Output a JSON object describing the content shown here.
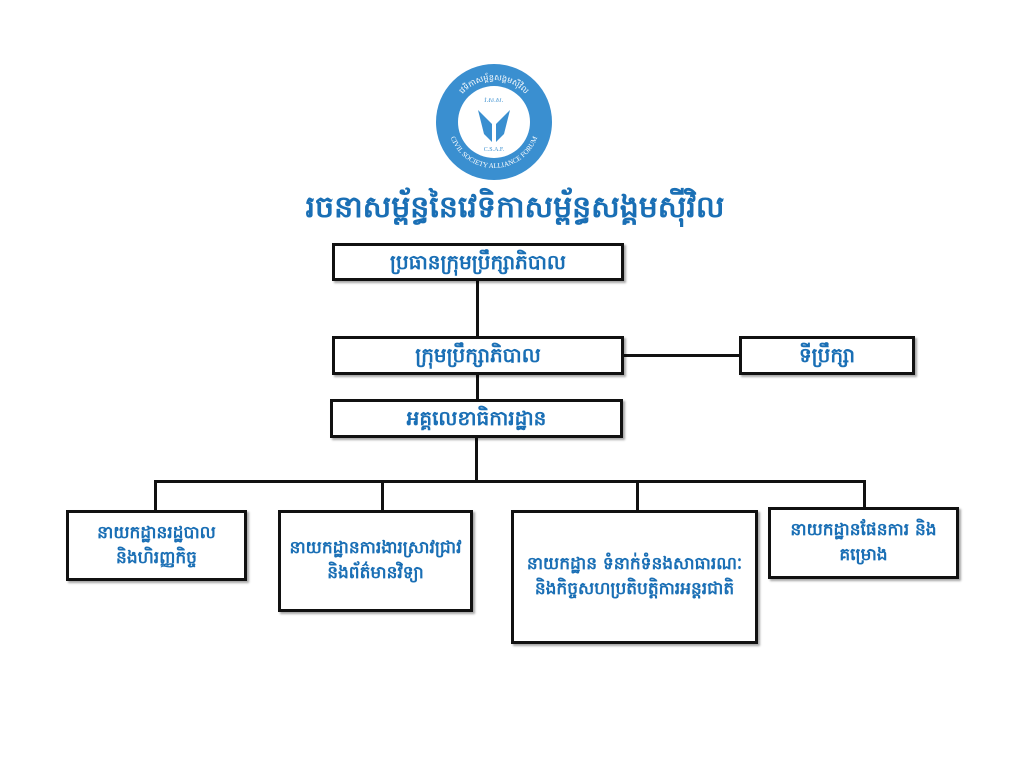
{
  "logo": {
    "khmer_name": "វេទិកាសម្ព័ន្ធសង្គមស៊ីវិល",
    "abbrev_khmer": "វ.ស.ស.",
    "abbrev": "C.S.A.F.",
    "english_name": "CIVIL SOCIETY ALLIANCE FORUM"
  },
  "title": "រចនាសម្ព័ន្ធនៃវេទិកាសម្ព័ន្ធសង្គមស៊ីវិល",
  "nodes": {
    "chair": "ប្រធានក្រុមប្រឹក្សាភិបាល",
    "board": "ក្រុមប្រឹក្សាភិបាល",
    "advisor": "ទីប្រឹក្សា",
    "secretariat": "អគ្គលេខាធិការដ្ឋាន",
    "departments": [
      "នាយកដ្ឋានរដ្ឋបាល និងហិរញ្ញកិច្ច",
      "នាយកដ្ឋានការងារស្រាវជ្រាវ និងព័ត៌មានវិទ្យា",
      "នាយកដ្ឋាន ទំនាក់ទំនងសាធារណៈ និងកិច្ចសហប្រតិបត្តិការអន្តរជាតិ",
      "នាយកដ្ឋានផែនការ និងគម្រោង"
    ]
  },
  "colors": {
    "accent": "#1a6fb5",
    "logo": "#3a8fd0"
  }
}
